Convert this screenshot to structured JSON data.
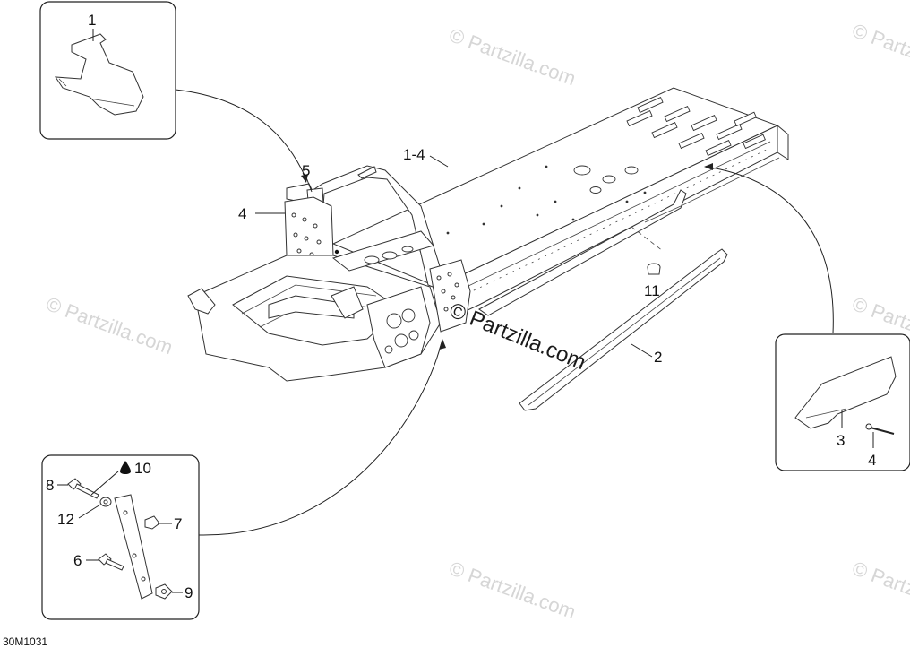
{
  "diagram_code": "30M1031",
  "watermark_text": "© Partzilla.com",
  "watermark_center": "© Partzilla.com",
  "callouts": {
    "c1": "1",
    "c1_4": "1-4",
    "c2": "2",
    "c3": "3",
    "c4_inset": "4",
    "c4_main": "4",
    "c5": "5",
    "c6": "6",
    "c7": "7",
    "c8": "8",
    "c9": "9",
    "c10": "10",
    "c11": "11",
    "c12": "12"
  },
  "colors": {
    "line": "#222222",
    "watermark": "#d6d6d6",
    "background": "#ffffff"
  }
}
